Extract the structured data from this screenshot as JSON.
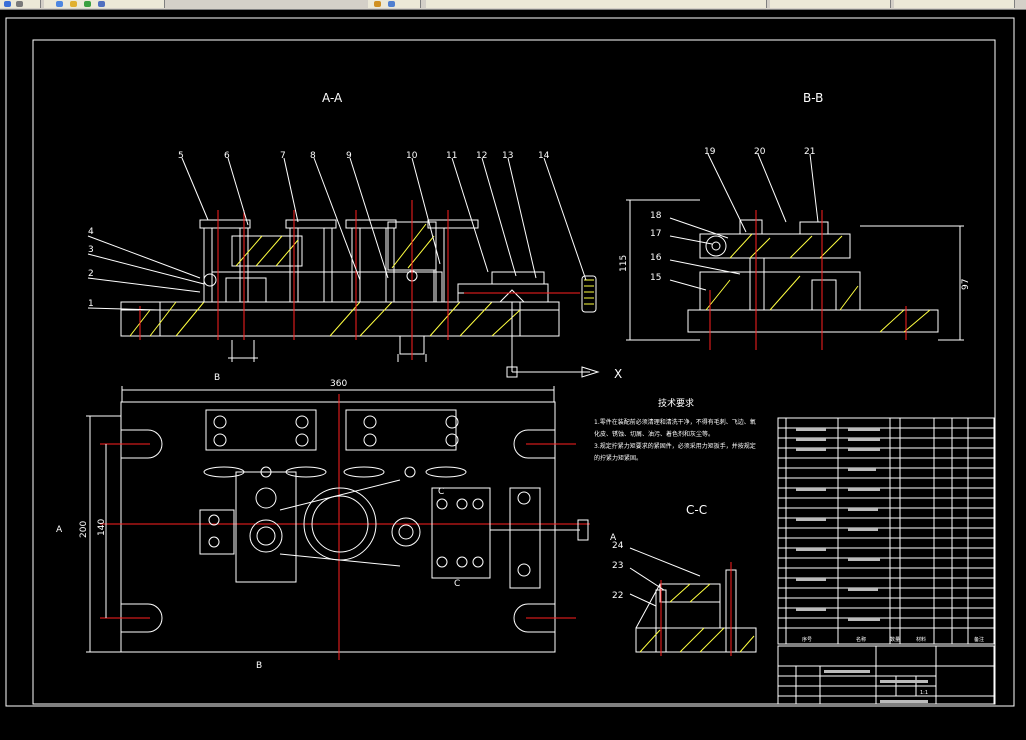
{
  "views": {
    "aa": "A-A",
    "bb": "B-B",
    "cc": "C-C"
  },
  "callouts_aa": [
    "5",
    "6",
    "7",
    "8",
    "9",
    "10",
    "11",
    "12",
    "13",
    "14"
  ],
  "callouts_left": [
    "4",
    "3",
    "2",
    "1"
  ],
  "callouts_bb": [
    "19",
    "20",
    "21"
  ],
  "callouts_bb_left": [
    "18",
    "17",
    "16",
    "15"
  ],
  "callouts_cc": [
    "24",
    "23",
    "22"
  ],
  "dims": {
    "top_width": "360",
    "left_height": "200",
    "inner_height": "140",
    "bb_height_left": "115",
    "bb_height_right": "97"
  },
  "markers": {
    "x_axis": "X",
    "section_a_left": "A",
    "section_a_right": "A",
    "section_b_top": "B",
    "section_b_bottom": "B",
    "section_c_upper": "C",
    "section_c_lower": "C"
  },
  "tech": {
    "title": "技术要求",
    "line1": "1.零件在装配前必须清理和清洗干净，不得有毛刺、飞边、氧",
    "line2": "化皮、锈蚀、切屑、油污、着色剂和灰尘等。",
    "line3": "3.规定拧紧力矩要求的紧固件，必须采用力矩扳手，并按规定",
    "line4": "的拧紧力矩紧固。"
  },
  "bom_header": {
    "seq": "序号",
    "name": "名称",
    "qty": "数量",
    "material": "材料",
    "note": "备注"
  },
  "title_block": {
    "scale": "1:1"
  }
}
